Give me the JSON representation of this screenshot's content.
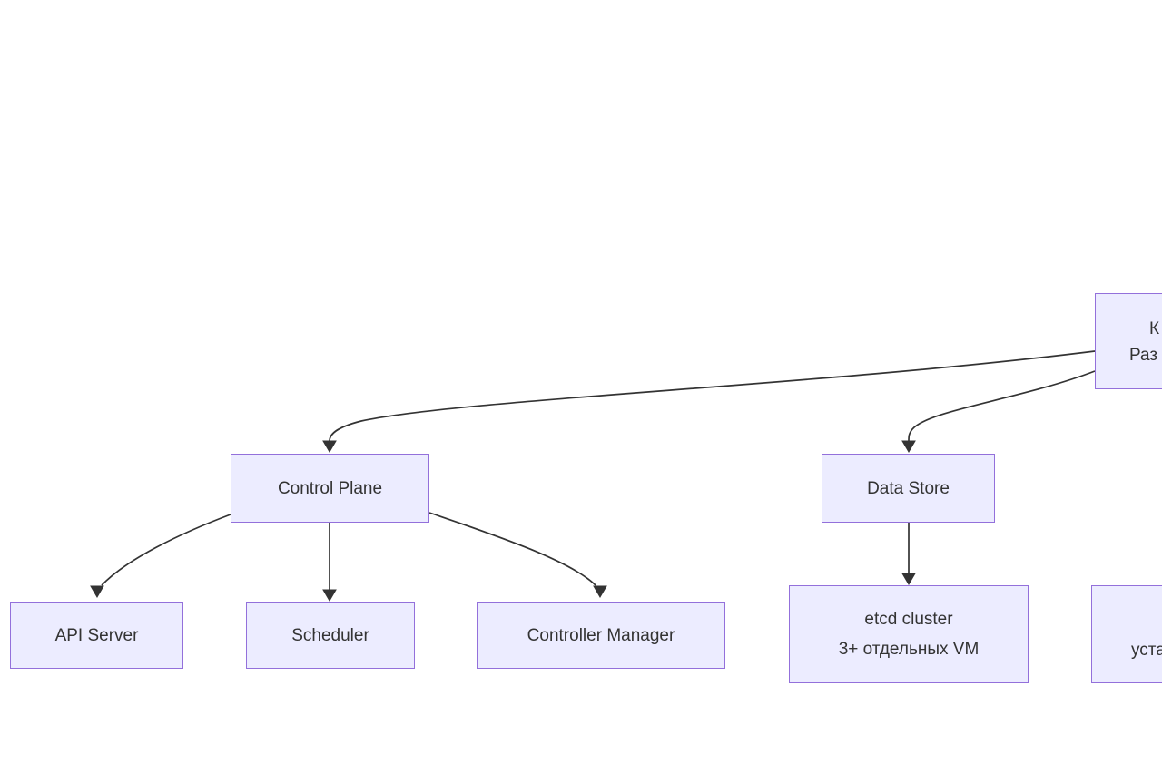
{
  "diagram": {
    "type": "flowchart",
    "colors": {
      "background": "#FFFFFF",
      "node_fill": "#ECECFF",
      "node_border": "#9370DB",
      "edge": "#333333",
      "text": "#333333"
    },
    "nodes": {
      "control_plane": {
        "label": "Control Plane"
      },
      "data_store": {
        "label": "Data Store"
      },
      "api_server": {
        "label": "API Server"
      },
      "scheduler": {
        "label": "Scheduler"
      },
      "controller_manager": {
        "label": "Controller Manager"
      },
      "etcd_cluster": {
        "line1": "etcd cluster",
        "line2": "3+ отдельных VM"
      },
      "root_clipped": {
        "line1_visible_fragment": "К",
        "line2_visible_fragment": "Раз"
      },
      "worker_clipped": {
        "line2_visible_fragment": "уста"
      }
    },
    "edges": [
      {
        "from": "root_clipped",
        "to": "control_plane"
      },
      {
        "from": "root_clipped",
        "to": "data_store"
      },
      {
        "from": "control_plane",
        "to": "api_server"
      },
      {
        "from": "control_plane",
        "to": "scheduler"
      },
      {
        "from": "control_plane",
        "to": "controller_manager"
      },
      {
        "from": "data_store",
        "to": "etcd_cluster"
      }
    ]
  }
}
